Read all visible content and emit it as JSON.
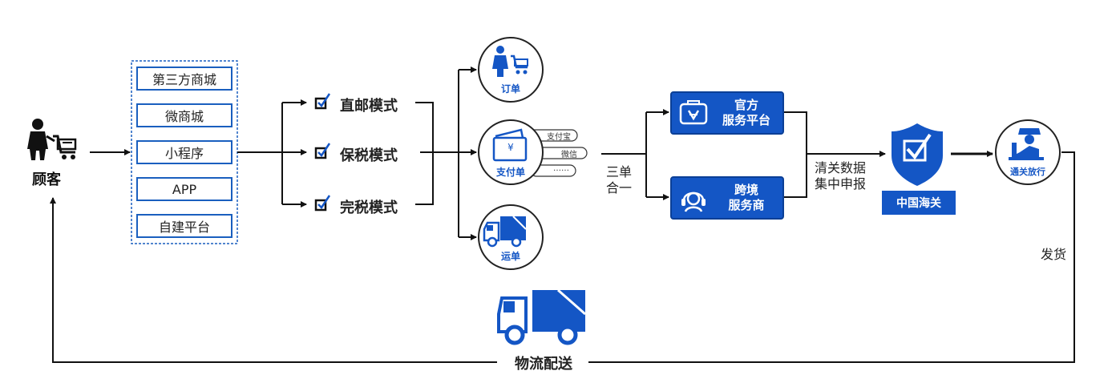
{
  "customer": {
    "label": "顾客"
  },
  "channels": [
    "第三方商城",
    "微商城",
    "小程序",
    "APP",
    "自建平台"
  ],
  "modes": [
    "直邮模式",
    "保税模式",
    "完税模式"
  ],
  "documents": {
    "order": "订单",
    "payment": "支付单",
    "waybill": "运单",
    "payment_icon_symbol": "¥",
    "payment_methods": [
      "支付宝",
      "微信",
      "……"
    ]
  },
  "merge": {
    "line1": "三单",
    "line2": "合一"
  },
  "platforms": {
    "official": {
      "line1": "官方",
      "line2": "服务平台"
    },
    "cross_border": {
      "line1": "跨境",
      "line2": "服务商"
    }
  },
  "declaration": {
    "line1": "清关数据",
    "line2": "集中申报"
  },
  "customs": {
    "label": "中国海关"
  },
  "clearance": {
    "label": "通关放行"
  },
  "ship": {
    "label": "发货"
  },
  "logistics": {
    "label": "物流配送"
  },
  "colors": {
    "primary_blue": "#1456c5",
    "dark_blue": "#0b3f96",
    "line": "#111111"
  }
}
